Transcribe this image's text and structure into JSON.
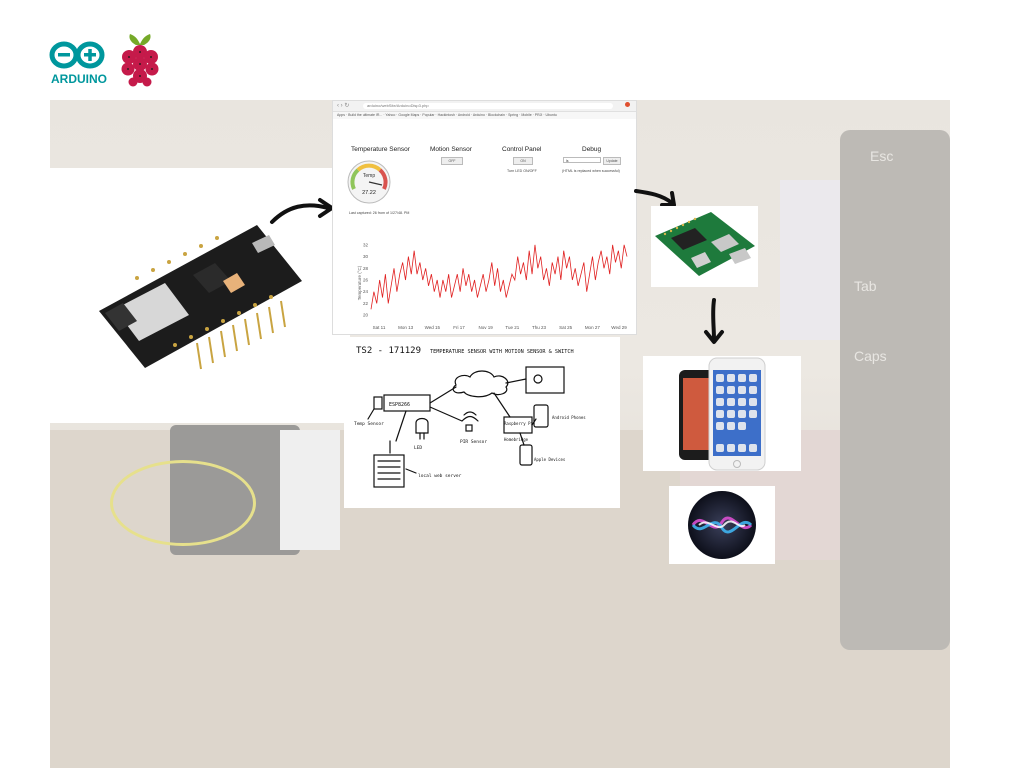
{
  "slide": {
    "logos": {
      "arduino_text": "ARDUINO"
    },
    "dashboard": {
      "url": "arduino/webSite/ArduinoDisp3.php",
      "bookmarks": [
        "Apps",
        "Build the ultimate IR...",
        "Yahoo",
        "Google Maps",
        "Popular",
        "Hackintosh",
        "Android",
        "Arduino",
        "Blockchain",
        "Spring",
        "Mobile",
        "PRJI",
        "Ubuntu"
      ],
      "panels": {
        "temperature": {
          "title": "Temperature Sensor",
          "gauge_label": "Temp",
          "gauge_value": "27.22",
          "last_captured": "Last captured: 26 from of 1/27/48. PM"
        },
        "motion": {
          "title": "Motion Sensor",
          "status": "OFF"
        },
        "control": {
          "title": "Control Panel",
          "button": "ON",
          "caption": "Turn LED ON/OFF"
        },
        "debug": {
          "title": "Debug",
          "input": "ls",
          "button": "Update",
          "caption": "(HTML is replaced when successful)"
        }
      }
    },
    "sketch": {
      "id": "TS2 - 171129",
      "title": "TEMPERATURE SENSOR WITH MOTION SENSOR & SWITCH",
      "labels": {
        "esp": "ESP8266",
        "temp": "Temp Sensor",
        "led": "LED",
        "pir": "PIR Sensor",
        "rpi": "Raspberry Pi",
        "homebridge": "Homebridge",
        "android": "Android Phones",
        "apple": "Apple Devices",
        "webserver": "local web server"
      }
    },
    "background_keys": {
      "esc": "Esc",
      "tab": "Tab",
      "caps": "Caps"
    },
    "colors": {
      "arduino_teal": "#00979D",
      "pi_red": "#C51A4A",
      "chart_line": "#E02020",
      "gauge_red": "#D9534F",
      "gauge_green": "#8FC55A"
    }
  },
  "chart_data": {
    "type": "line",
    "ylabel": "Temperature (°C)",
    "ylim": [
      19,
      33
    ],
    "yticks": [
      20,
      22,
      24,
      26,
      28,
      30,
      32
    ],
    "xticks": [
      "Sat 11",
      "Mon 13",
      "Wed 15",
      "Fri 17",
      "Nov 19",
      "Tue 21",
      "Thu 23",
      "Sat 25",
      "Mon 27",
      "Wed 29"
    ],
    "series": [
      {
        "color": "#E02020",
        "values": [
          21,
          24,
          22,
          26,
          23,
          27,
          22,
          25,
          28,
          24,
          27,
          29,
          26,
          30,
          27,
          31,
          27,
          29,
          26,
          28,
          25,
          27,
          24,
          26,
          23,
          26,
          24,
          27,
          23,
          25,
          27,
          24,
          28,
          25,
          27,
          24,
          26,
          23,
          25,
          27,
          24,
          26,
          29,
          25,
          28,
          24,
          26,
          23,
          25,
          27,
          26,
          30,
          27,
          29,
          26,
          31,
          27,
          32,
          28,
          30,
          26,
          28,
          25,
          29,
          27,
          30,
          26,
          31,
          28,
          30,
          26,
          28,
          25,
          27,
          29,
          24,
          27,
          30,
          26,
          29,
          31,
          28,
          30,
          27,
          32,
          29,
          31,
          28,
          32,
          30
        ]
      }
    ]
  }
}
